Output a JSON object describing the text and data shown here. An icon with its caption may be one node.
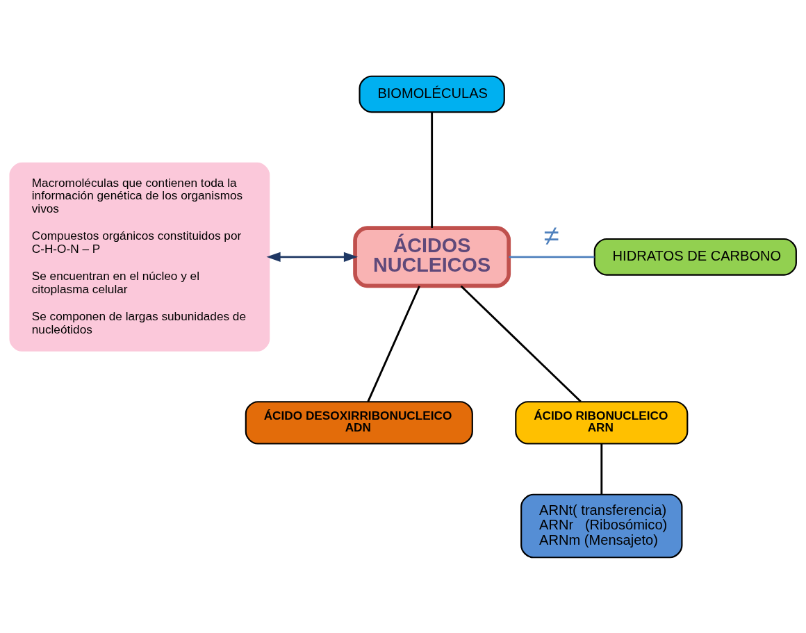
{
  "diagram": {
    "nodes": [
      {
        "text": [
          "BIOMOLÉCULAS"
        ]
      },
      {
        "text": [
          "Macromoléculas que contienen toda la información genética de los organismos vivos",
          "Compuestos orgánicos constituidos por C-H-O-N – P",
          "Se encuentran en el núcleo y el citoplasma celular",
          "Se componen de largas subunidades de nucleótidos"
        ]
      },
      {
        "text": [
          "ÁCIDOS NUCLEICOS"
        ]
      },
      {
        "text": [
          "HIDRATOS DE CARBONO"
        ]
      },
      {
        "text": [
          "ÁCIDO DESOXIRRIBONUCLEICO ADN"
        ]
      },
      {
        "text": [
          "ÁCIDO RIBONUCLEICO ARN"
        ]
      },
      {
        "text": [
          "ARNt( transferencia)",
          "ARNr   (Ribosómico)",
          "ARNm (Mensajeto)"
        ]
      }
    ],
    "edges": [
      {
        "from": 0,
        "to": 2,
        "arrow": "none"
      },
      {
        "from": 1,
        "to": 2,
        "arrow": "both",
        "color": "#1f3864"
      },
      {
        "from": 2,
        "to": 3,
        "arrow": "none",
        "label": "≠",
        "color": "#4f81bd"
      },
      {
        "from": 2,
        "to": 4,
        "arrow": "none"
      },
      {
        "from": 2,
        "to": 5,
        "arrow": "none"
      },
      {
        "from": 5,
        "to": 6,
        "arrow": "none"
      }
    ]
  }
}
